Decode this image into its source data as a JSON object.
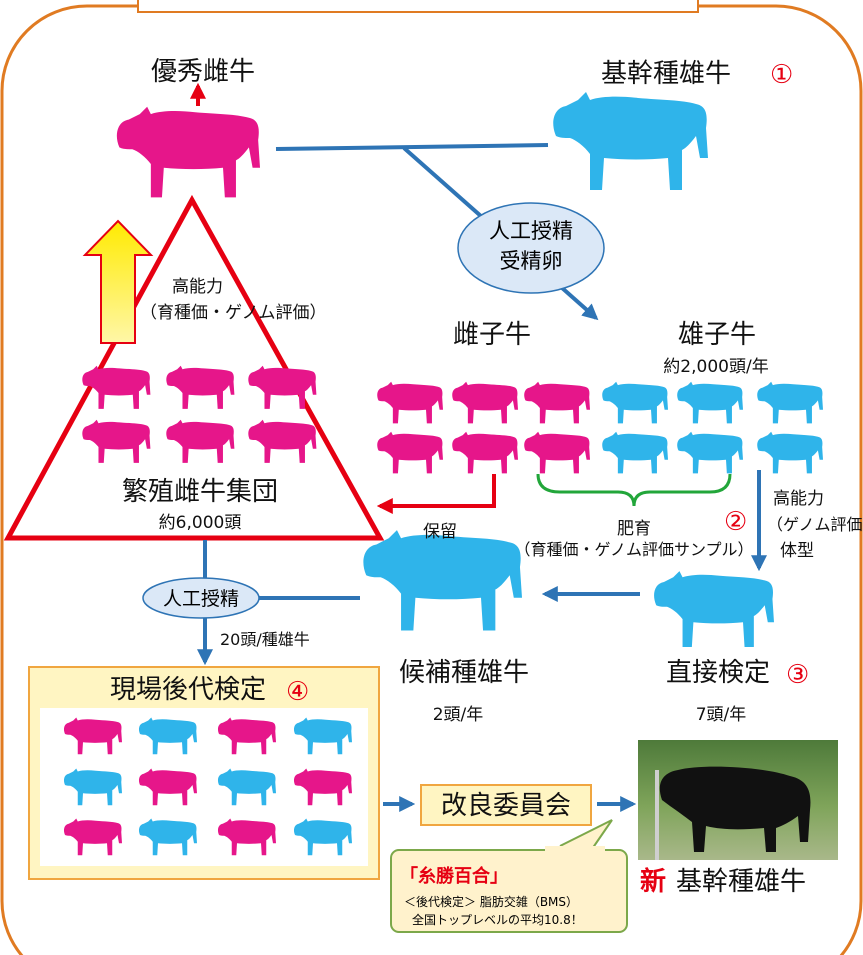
{
  "colors": {
    "female": "#e6168a",
    "male": "#2fb4ea",
    "frame": "#e07b22",
    "red": "#e60012",
    "blue_arrow": "#2e74b5",
    "green_bracket": "#22a63a",
    "bubble": "#dbe8f7",
    "yellow_box": "#fff5c2",
    "callout": "#fff2cc",
    "callout_border": "#7ca84a"
  },
  "labels": {
    "elite_cow": "優秀雌牛",
    "core_bull": "基幹種雄牛",
    "core_bull_num": "①",
    "ai_embryo_line1": "人工授精",
    "ai_embryo_line2": "受精卵",
    "high_ability_line1": "高能力",
    "high_ability_line2": "（育種価・ゲノム評価）",
    "female_calf": "雌子牛",
    "male_calf": "雄子牛",
    "male_calf_count": "約2,000頭/年",
    "herd": "繁殖雌牛集団",
    "herd_count": "約6,000頭",
    "retain": "保留",
    "fattening": "肥育",
    "fattening_note": "（育種価・ゲノム評価サンプル）",
    "step2_num": "②",
    "genomic_line1": "高能力",
    "genomic_line2": "（ゲノム評価）",
    "genomic_line3": "体型",
    "ai": "人工授精",
    "per_bull": "20頭/種雄牛",
    "candidate_bull": "候補種雄牛",
    "candidate_count": "2頭/年",
    "direct_test": "直接検定",
    "direct_test_num": "③",
    "direct_count": "7頭/年",
    "field_test": "現場後代検定",
    "field_test_num": "④",
    "committee": "改良委員会",
    "callout_title": "「糸勝百合」",
    "callout_line1": "＜後代検定＞ 脂肪交雑（BMS）",
    "callout_line2": "全国トップレベルの平均10.8！",
    "new_mark": "新",
    "new_core_bull": "基幹種雄牛"
  },
  "icons": {
    "cow": "cow-silhouette-icon",
    "photo": "black-bull-photo"
  }
}
